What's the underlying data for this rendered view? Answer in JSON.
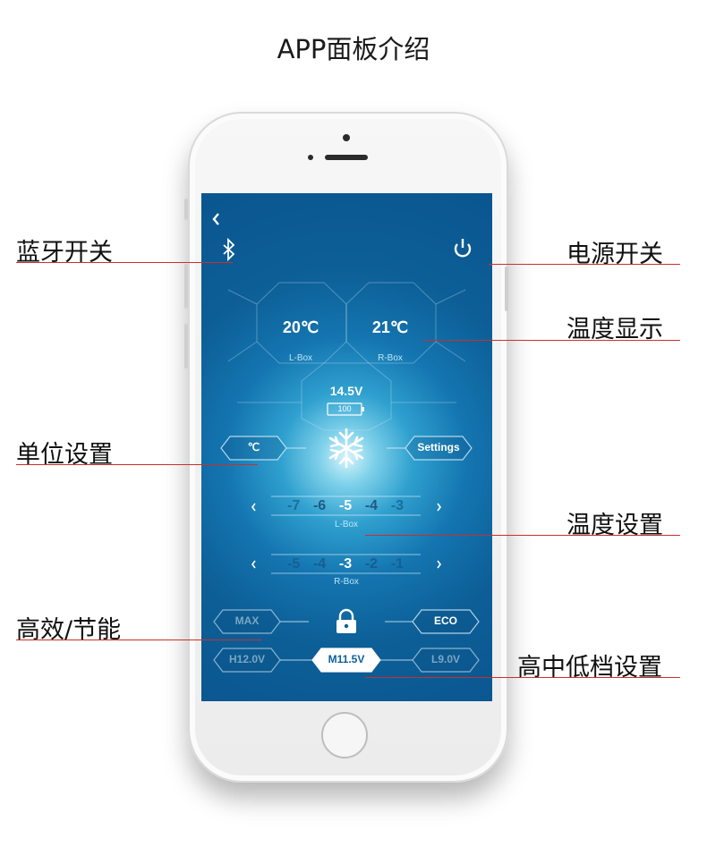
{
  "title": "APP面板介绍",
  "screen": {
    "back_icon": "chevron-left-icon",
    "bluetooth_icon": "bluetooth-icon",
    "power_icon": "power-icon",
    "left_box_temp": "20℃",
    "left_box_label": "L-Box",
    "right_box_temp": "21℃",
    "right_box_label": "R-Box",
    "voltage": "14.5V",
    "battery_level": "100",
    "unit_button": "℃",
    "settings_button": "Settings",
    "snowflake_icon": "snowflake-icon",
    "lbox_setting": {
      "values": [
        "-7",
        "-6",
        "-5",
        "-4",
        "-3"
      ],
      "selected": "-5",
      "label": "L-Box"
    },
    "rbox_setting": {
      "values": [
        "-5",
        "-4",
        "-3",
        "-2",
        "-1"
      ],
      "selected": "-3",
      "label": "R-Box"
    },
    "max_button": "MAX",
    "lock_icon": "lock-icon",
    "eco_button": "ECO",
    "high_voltage": "H12.0V",
    "mid_voltage": "M11.5V",
    "low_voltage": "L9.0V"
  },
  "callouts": {
    "bluetooth": "蓝牙开关",
    "power": "电源开关",
    "temp_display": "温度显示",
    "unit": "单位设置",
    "temp_setting": "温度设置",
    "efficiency": "高效/节能",
    "level": "高中低档设置"
  }
}
